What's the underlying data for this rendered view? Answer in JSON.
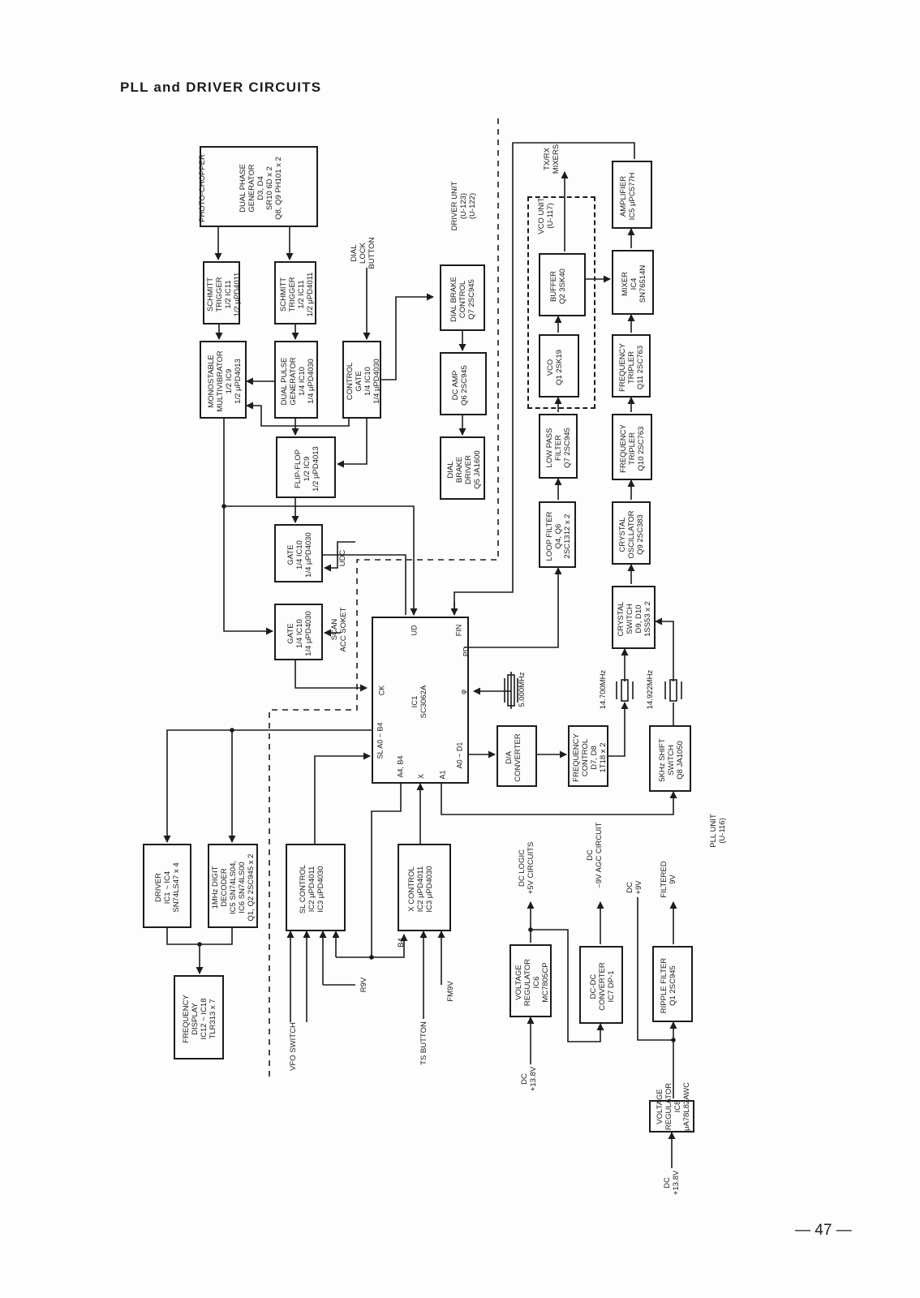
{
  "title": "PLL and DRIVER CIRCUITS",
  "page_number": "— 47 —",
  "blocks": {
    "photo_chopper": [
      "PHOTO-CHOPPER",
      "",
      "DUAL PHASE",
      "GENERATOR",
      "D3, D4",
      "SR10 6D x 2",
      "Q8, Q9 PH101 x 2"
    ],
    "schmitt1": [
      "SCHMITT",
      "TRIGGER",
      "1/2 IC11",
      "1/2 μPD4011"
    ],
    "schmitt2": [
      "SCHMITT",
      "TRIGGER",
      "1/2 IC11",
      "1/2 μPD4011"
    ],
    "monostable": [
      "MONOSTABLE",
      "MULTIVIBRATOR",
      "1/2 IC9",
      "1/2 μPD4013"
    ],
    "dual_pulse": [
      "DUAL PULSE",
      "GENERATOR",
      "1/4 IC10",
      "1/4 μPD4030"
    ],
    "control_gate": [
      "CONTROL",
      "GATE",
      "1/4 IC10",
      "1/4 μPD4030"
    ],
    "flip_flop": [
      "FLIP-FLOP",
      "1/2 IC9",
      "1/2 μPD4013"
    ],
    "gate1": [
      "GATE",
      "1/4 IC10",
      "1/4 μPD4030"
    ],
    "gate2": [
      "GATE",
      "1/4 IC10",
      "1/4 μPD4030"
    ],
    "dial_brake_control": [
      "DIAL BRAKE",
      "CONTROL",
      "Q7 2SC945"
    ],
    "dc_amp": [
      "DC AMP",
      "",
      "Q6 2SC945"
    ],
    "dial_brake_driver": [
      "DIAL",
      "BRAKE",
      "DRIVER",
      "Q5 JA1600"
    ],
    "ic1": [
      "IC1",
      "SC3062A"
    ],
    "loop_filter": [
      "LOOP FILTER",
      "Q4, Q6",
      "2SC1312 x 2"
    ],
    "low_pass_filter": [
      "LOW PASS",
      "FILTER",
      "Q7 2SC945"
    ],
    "vco": [
      "VCO",
      "",
      "Q1 2SK19"
    ],
    "buffer": [
      "BUFFER",
      "",
      "Q2 3SK40"
    ],
    "amplifier": [
      "AMPLIFIER",
      "",
      "IC5 μPC577H"
    ],
    "mixer": [
      "MIXER",
      "IC4",
      "SN76514N"
    ],
    "freq_tripler1": [
      "FREQUENCY",
      "TRIPLER",
      "Q11 2SC763"
    ],
    "freq_tripler2": [
      "FREQUENCY",
      "TRIPLER",
      "Q10 2SC763"
    ],
    "crystal_osc": [
      "CRYSTAL",
      "OSCILLATOR",
      "Q9 2SC383"
    ],
    "crystal_switch": [
      "CRYSTAL",
      "SWITCH",
      "D9, D10",
      "1SS53 x 2"
    ],
    "da_converter": [
      "D/A",
      "",
      "CONVERTER"
    ],
    "freq_control": [
      "FREQUENCY",
      "CONTROL",
      "D7, D8",
      "1T18 x 2"
    ],
    "shift_switch": [
      "5KHz SHIFT",
      "SWITCH",
      "Q8 JA1050"
    ],
    "driver": [
      "DRIVER",
      "IC1 ~ IC4",
      "SN74LS47 x 4"
    ],
    "digit_decoder": [
      "1MHz DIGIT",
      "DECODER",
      "IC5 SN74LS04,",
      "IC6 SN74LS00",
      "Q1, Q2 2SC945 x 2"
    ],
    "freq_display": [
      "FREQUENCY",
      "DISPLAY",
      "IC12 ~ IC18",
      "TLR313 x 7"
    ],
    "sl_control": [
      "SL CONTROL",
      "",
      "IC2 μPD4011",
      "IC3 μPD4030"
    ],
    "x_control": [
      "X  CONTROL",
      "",
      "IC2 μPD4011",
      "IC3 μPD4030"
    ],
    "voltage_reg1": [
      "VOLTAGE",
      "REGULATOR",
      "IC6",
      "MC7805CP"
    ],
    "dcdc": [
      "DC-DC",
      "CONVERTER",
      "IC7 DP-1"
    ],
    "ripple_filter": [
      "RIPPLE FILTER",
      "",
      "Q1 2SC945"
    ],
    "voltage_reg2": [
      "VOLTAGE",
      "REGULATOR",
      "IC8",
      "μA78L82AWC"
    ]
  },
  "labels": {
    "driver_unit": [
      "DRIVER UNIT",
      "(U-123)",
      "(U-122)"
    ],
    "vco_unit": [
      "VCO UNIT",
      "(U-117)"
    ],
    "pll_unit": [
      "PLL UNIT",
      "(U-116)"
    ],
    "dial_lock": [
      "DIAL",
      "LOCK",
      "BUTTON"
    ],
    "txrx": [
      "TX/RX",
      "MIXERS"
    ],
    "scan": [
      "SCAN",
      "ACC SOKET"
    ],
    "udc": "UDC",
    "xtal_5": "5.000MHz",
    "xtal_147": "14.700MHz",
    "xtal_149": "14.922MHz",
    "logic": [
      "DC    LOGIC",
      "+5V  CIRCUITS"
    ],
    "agc": [
      "DC",
      "–9V AGC CIRCUIT"
    ],
    "dc9": [
      "DC",
      "+9V"
    ],
    "filtered": [
      "FILTERED",
      "9V"
    ],
    "dc138a": [
      "DC",
      "+13.8V"
    ],
    "dc138b": [
      "DC",
      "+13.8V"
    ],
    "r9v": "R9V",
    "fm9v": "FM9V",
    "vfo": "VFO SWITCH",
    "ts": "TS BUTTON",
    "b4": "B4"
  },
  "pins": {
    "ud": "UD",
    "fin": "FIN",
    "pd": "PD",
    "phi": "φ",
    "ck": "CK",
    "sl": "SL  A0 ~ B4",
    "a4b4": "A4, B4",
    "x": "X",
    "a1": "A1",
    "a0d1": "A0 ~ D1"
  }
}
